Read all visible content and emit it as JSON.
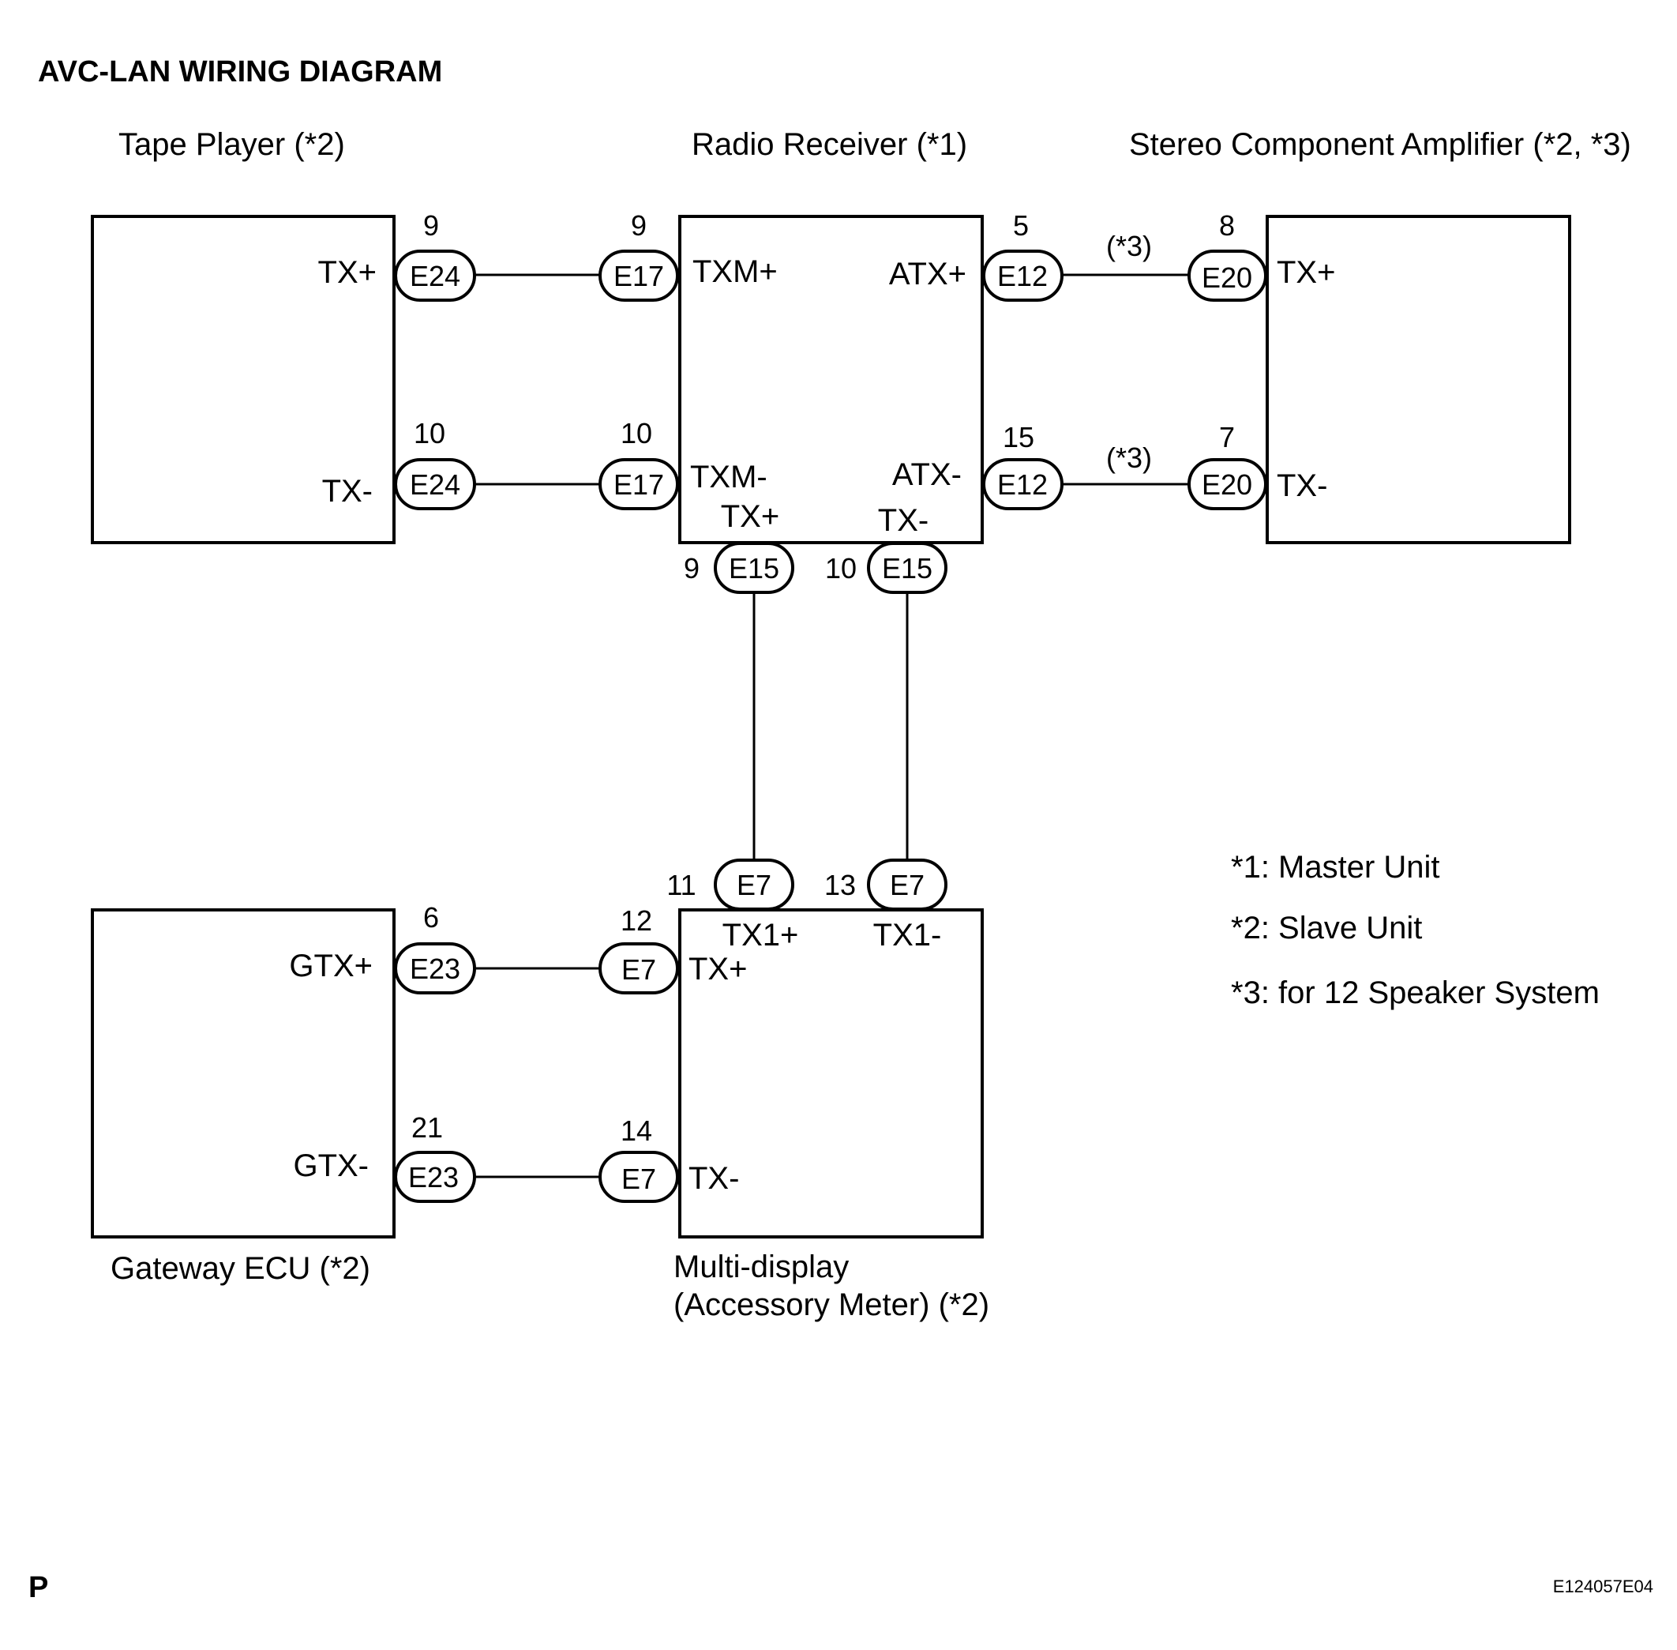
{
  "title": "AVC-LAN WIRING DIAGRAM",
  "corner_letter": "P",
  "figure_code": "E124057E04",
  "components": {
    "tape_player": {
      "name": "Tape Player (*2)",
      "pins": {
        "tx_plus": "TX+",
        "tx_minus": "TX-"
      }
    },
    "radio_receiver": {
      "name": "Radio Receiver (*1)",
      "pins": {
        "txm_plus": "TXM+",
        "txm_minus": "TXM-",
        "atx_plus": "ATX+",
        "atx_minus": "ATX-",
        "tx_plus": "TX+",
        "tx_minus": "TX-"
      }
    },
    "stereo_amp": {
      "name": "Stereo Component Amplifier (*2, *3)",
      "pins": {
        "tx_plus": "TX+",
        "tx_minus": "TX-"
      }
    },
    "gateway_ecu": {
      "name": "Gateway ECU (*2)",
      "pins": {
        "gtx_plus": "GTX+",
        "gtx_minus": "GTX-"
      }
    },
    "multi_display": {
      "name_line1": "Multi-display",
      "name_line2": "(Accessory Meter) (*2)",
      "pins": {
        "tx1_plus": "TX1+",
        "tx1_minus": "TX1-",
        "tx_plus": "TX+",
        "tx_minus": "TX-"
      }
    }
  },
  "connectors": [
    {
      "id": "E24",
      "pin": "9"
    },
    {
      "id": "E17",
      "pin": "9"
    },
    {
      "id": "E24",
      "pin": "10"
    },
    {
      "id": "E17",
      "pin": "10"
    },
    {
      "id": "E12",
      "pin": "5"
    },
    {
      "id": "E20",
      "pin": "8"
    },
    {
      "id": "E12",
      "pin": "15"
    },
    {
      "id": "E20",
      "pin": "7"
    },
    {
      "id": "E15",
      "pin": "9"
    },
    {
      "id": "E15",
      "pin": "10"
    },
    {
      "id": "E7",
      "pin": "11"
    },
    {
      "id": "E7",
      "pin": "13"
    },
    {
      "id": "E23",
      "pin": "6"
    },
    {
      "id": "E7",
      "pin": "12"
    },
    {
      "id": "E23",
      "pin": "21"
    },
    {
      "id": "E7",
      "pin": "14"
    }
  ],
  "wire_notes": {
    "amp_plus": "(*3)",
    "amp_minus": "(*3)"
  },
  "notes": [
    "*1: Master Unit",
    "*2: Slave Unit",
    "*3: for 12 Speaker System"
  ]
}
